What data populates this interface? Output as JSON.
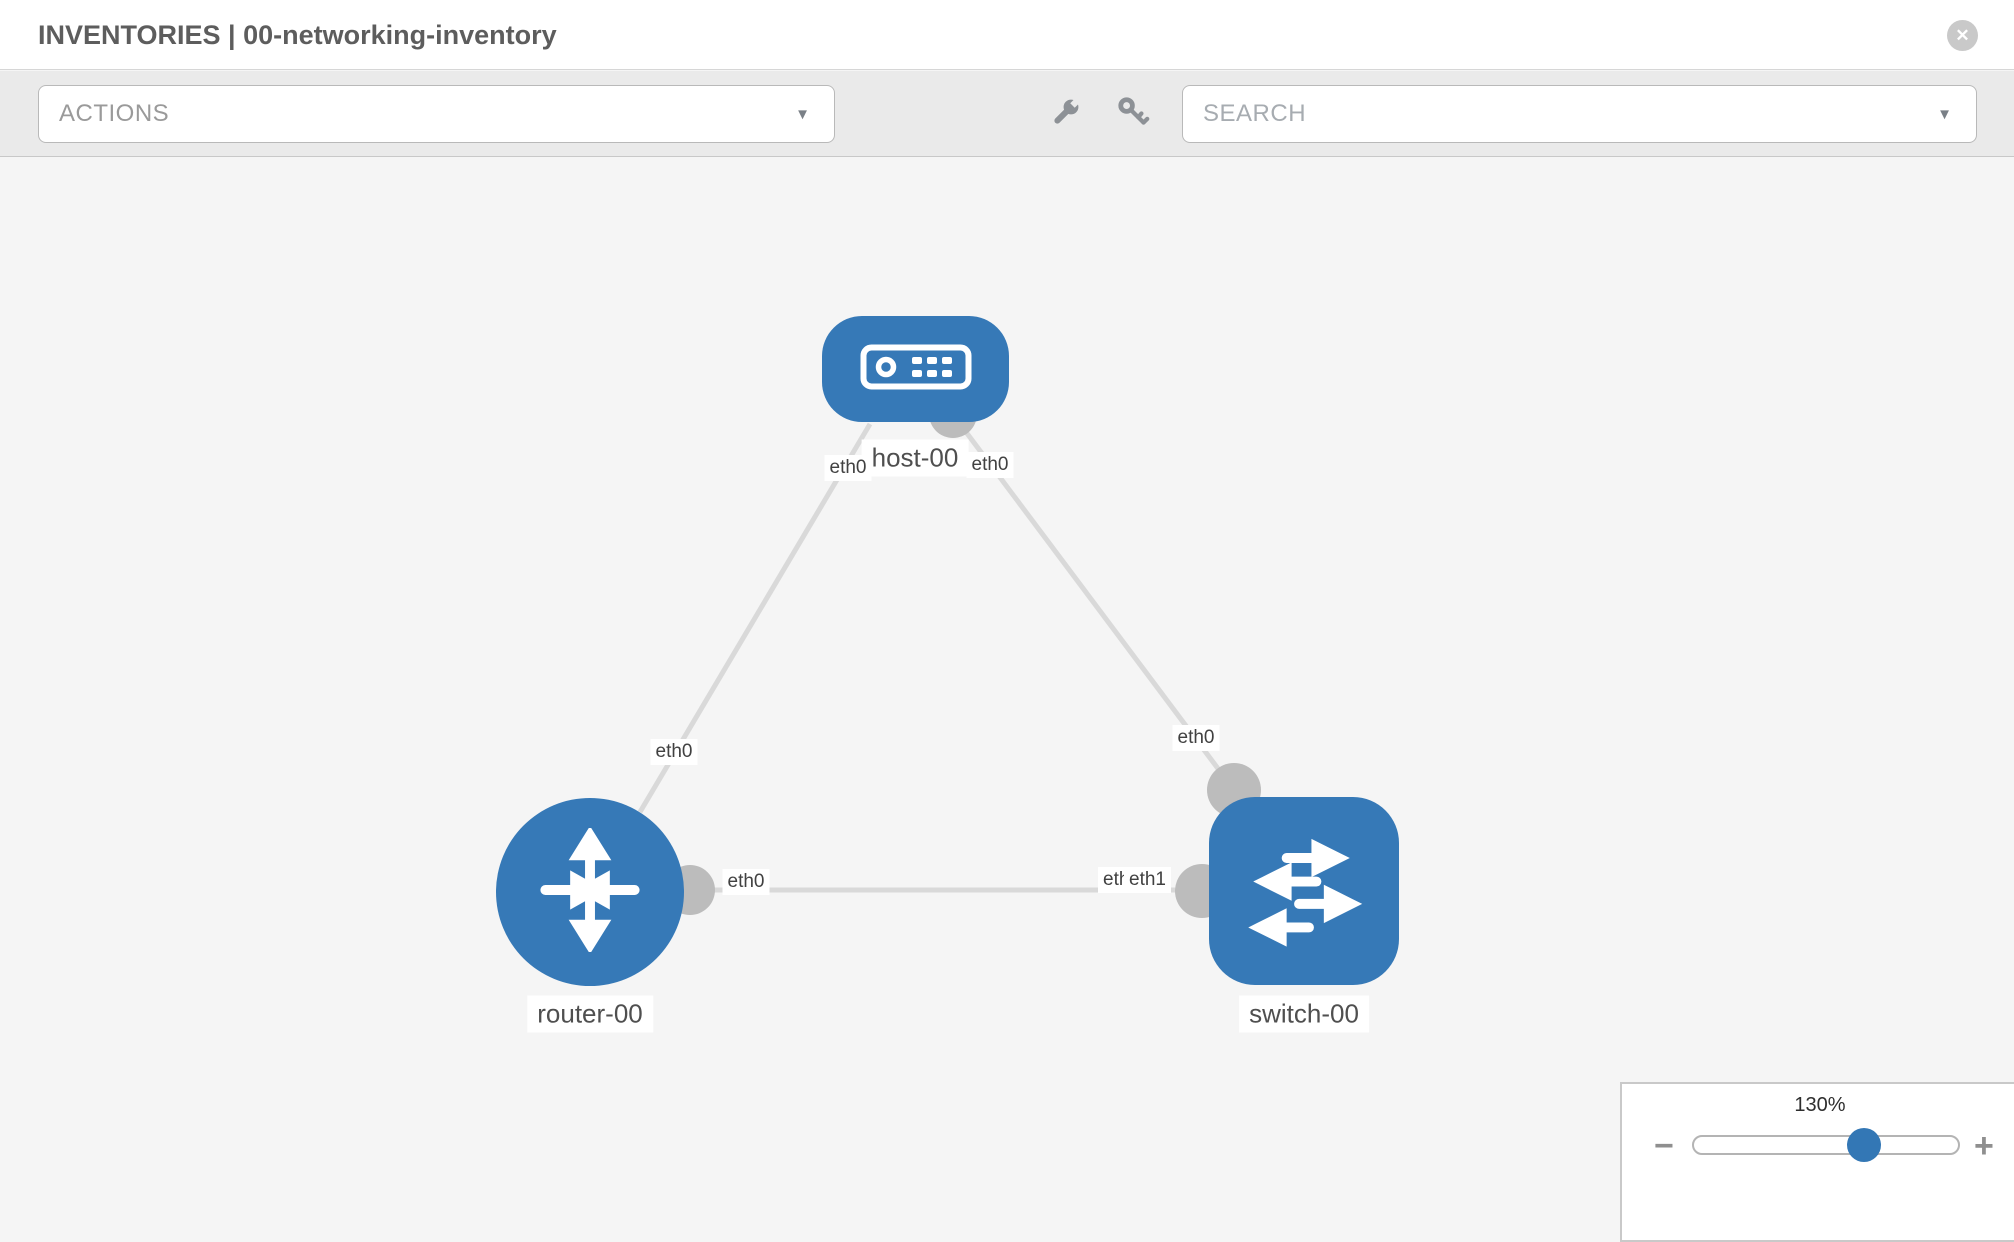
{
  "header": {
    "title": "INVENTORIES | 00-networking-inventory",
    "close_icon_glyph": "✕"
  },
  "toolbar": {
    "actions_label": "ACTIONS",
    "search_placeholder": "SEARCH",
    "caret_glyph": "▼",
    "icons": [
      "wrench-icon",
      "key-icon"
    ]
  },
  "topology": {
    "nodes": {
      "host": {
        "label": "host-00",
        "type": "host",
        "icon": "server-icon"
      },
      "router": {
        "label": "router-00",
        "type": "router",
        "icon": "router-arrows-icon"
      },
      "switch": {
        "label": "switch-00",
        "type": "switch",
        "icon": "switch-arrows-icon"
      }
    },
    "links": [
      {
        "from": "host",
        "to": "router",
        "from_interface": "eth0",
        "to_interface": "eth0"
      },
      {
        "from": "host",
        "to": "switch",
        "from_interface": "eth0",
        "to_interface": "eth0"
      },
      {
        "from": "router",
        "to": "switch",
        "from_interface": "eth0",
        "to_interface": "eth1"
      }
    ],
    "interface_labels": [
      {
        "text": "eth0",
        "position": "host-to-router-near-host"
      },
      {
        "text": "eth0",
        "position": "host-to-switch-near-host"
      },
      {
        "text": "eth0",
        "position": "host-to-router-mid"
      },
      {
        "text": "eth0",
        "position": "host-to-switch-near-switch"
      },
      {
        "text": "eth0",
        "position": "router-to-switch-near-router"
      },
      {
        "text": "eth0",
        "position": "router-to-switch-near-switch-under"
      },
      {
        "text": "eth1",
        "position": "router-to-switch-near-switch-over"
      }
    ]
  },
  "zoom_control": {
    "percent": "130%",
    "minus_glyph": "−",
    "plus_glyph": "+"
  },
  "colors": {
    "node_blue": "#3679b7",
    "slider_blue": "#3377b5",
    "link_gray": "#d9d9d9",
    "port_gray": "#bcbcbc",
    "canvas_bg": "#f5f5f5",
    "toolbar_bg": "#eaeaea"
  }
}
